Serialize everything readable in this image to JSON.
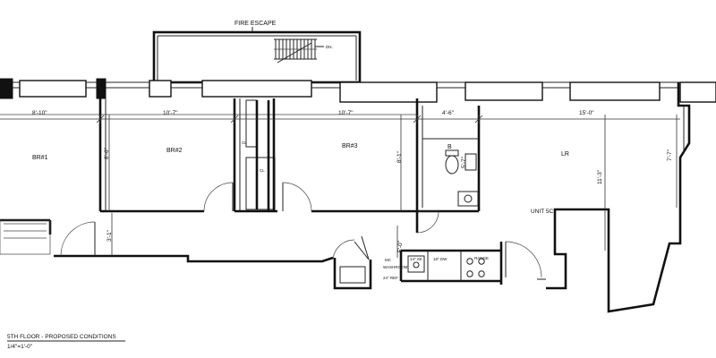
{
  "plan": {
    "rooms": {
      "br1": "BR#1",
      "br2": "BR#2",
      "br3": "BR#3",
      "lr": "LR",
      "b": "B",
      "unit": "UNIT 5C"
    },
    "annotations": {
      "fire_escape": "FIRE ESCAPE",
      "dn": "DN.",
      "cl_a": "CL",
      "cl_b": "CL"
    },
    "dimensions": {
      "d_8_10": "8'-10\"",
      "d_10_7a": "10'-7\"",
      "d_10_7b": "10'-7\"",
      "d_4_6": "4'-6\"",
      "d_15_0": "15'-0\"",
      "d_8_6": "8'-6\"",
      "d_8_1": "8'-1\"",
      "d_11_3": "11'-3\"",
      "d_7_7": "7'-7\"",
      "d_3_1": "3'-1\"",
      "d_5_0": "5'-0\"",
      "d_5_7": "5'-7\""
    },
    "kitchen": {
      "k1": "MC",
      "k2": "WASHROOM",
      "k3": "24\" REF",
      "k4": "14\" SK",
      "k5": "18\" DW",
      "k6": "RANGE"
    },
    "title_block": {
      "title": "5TH FLOOR - PROPOSED CONDITIONS",
      "scale": "1/4\"=1'-0\""
    }
  }
}
